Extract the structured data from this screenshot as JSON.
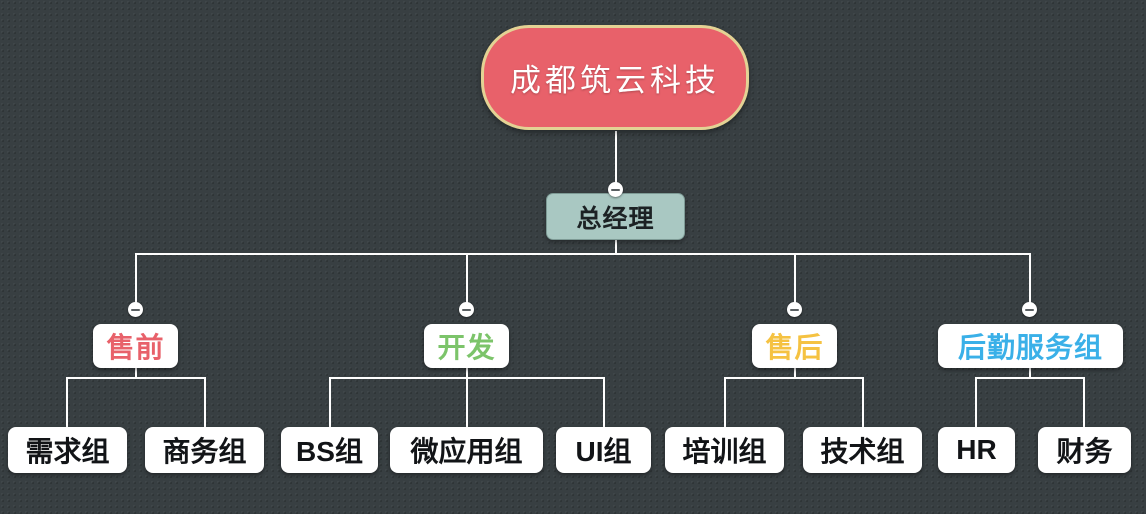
{
  "chart": {
    "type": "org-chart",
    "title": "成都筑云科技",
    "background_color": "#383f42",
    "connector_color": "#ffffff"
  },
  "root": {
    "label": "成都筑云科技",
    "text_color": "#ffffff",
    "fill_color": "#e8616a",
    "border_color": "#e3d294"
  },
  "manager": {
    "label": "总经理",
    "text_color": "#1c2224",
    "fill_color": "#a9c8c2"
  },
  "departments": [
    {
      "label": "售前",
      "text_color": "#e8616a",
      "children": [
        {
          "label": "需求组",
          "text_color": "#121417"
        },
        {
          "label": "商务组",
          "text_color": "#121417"
        }
      ]
    },
    {
      "label": "开发",
      "text_color": "#7cc46a",
      "children": [
        {
          "label": "BS组",
          "text_color": "#121417"
        },
        {
          "label": "微应用组",
          "text_color": "#121417"
        },
        {
          "label": "UI组",
          "text_color": "#121417"
        }
      ]
    },
    {
      "label": "售后",
      "text_color": "#f5c242",
      "children": [
        {
          "label": "培训组",
          "text_color": "#121417"
        },
        {
          "label": "技术组",
          "text_color": "#121417"
        }
      ]
    },
    {
      "label": "后勤服务组",
      "text_color": "#3ab0e8",
      "children": [
        {
          "label": "HR",
          "text_color": "#121417"
        },
        {
          "label": "财务",
          "text_color": "#121417"
        }
      ]
    }
  ],
  "toggles": {
    "icon": "collapse-minus-icon",
    "count": 5
  }
}
